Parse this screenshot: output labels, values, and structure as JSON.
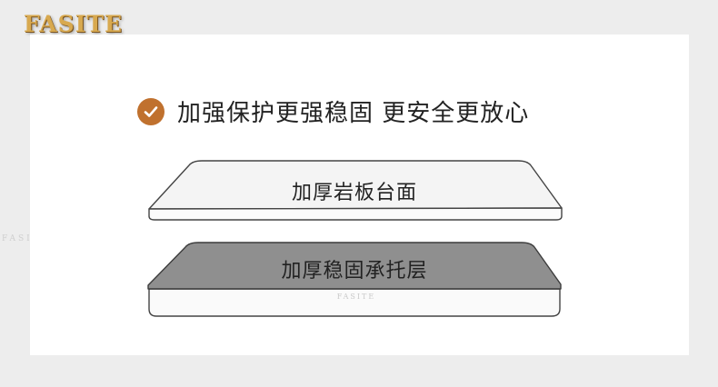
{
  "brand": {
    "logo_text": "FASITE",
    "watermark": "FASITE",
    "logo_color": "#d8a94f"
  },
  "headline": {
    "icon": "check-icon",
    "icon_color": "#c0712e",
    "text": "加强保护更强稳固 更安全更放心"
  },
  "layers": [
    {
      "label": "加厚岩板台面",
      "fill": "#f4f4f4"
    },
    {
      "label": "加厚稳固承托层",
      "fill": "#8f8f8f"
    }
  ]
}
